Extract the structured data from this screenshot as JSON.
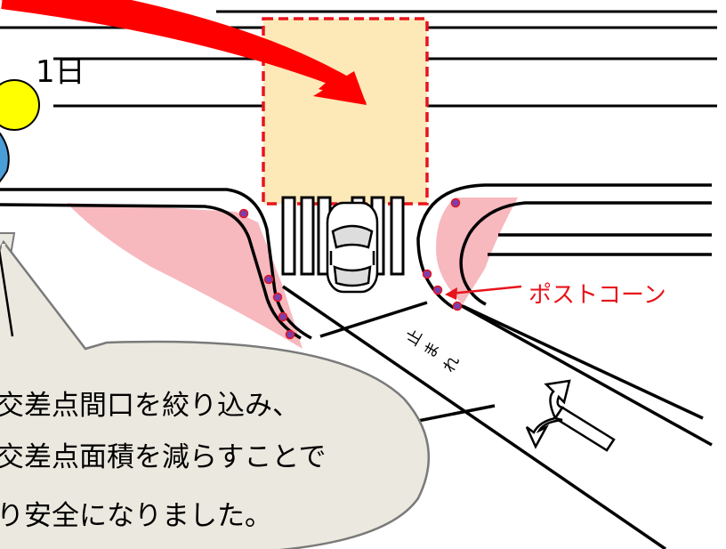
{
  "callout": {
    "fragment_top": "1日",
    "bubble_lines": [
      "交差点間口を絞り込み、",
      "交差点面積を減らすことで",
      "り安全になりました。"
    ]
  },
  "labels": {
    "post_cone": "ポストコーン",
    "road_marking": [
      "止",
      "ま",
      "れ"
    ]
  },
  "colors": {
    "highlight_fill": "#fde9b8",
    "highlight_border": "#e8141b",
    "arrow": "#ff0000",
    "curb_shading": "#f7b8be",
    "post_dot": "#7a3fb0",
    "bubble_fill": "#ebe9df",
    "yellow_circle": "#ffff00",
    "blue_circle": "#4a9ed8"
  },
  "icons": [
    "car-icon",
    "direction-arrow-icon",
    "post-cone-icon"
  ]
}
